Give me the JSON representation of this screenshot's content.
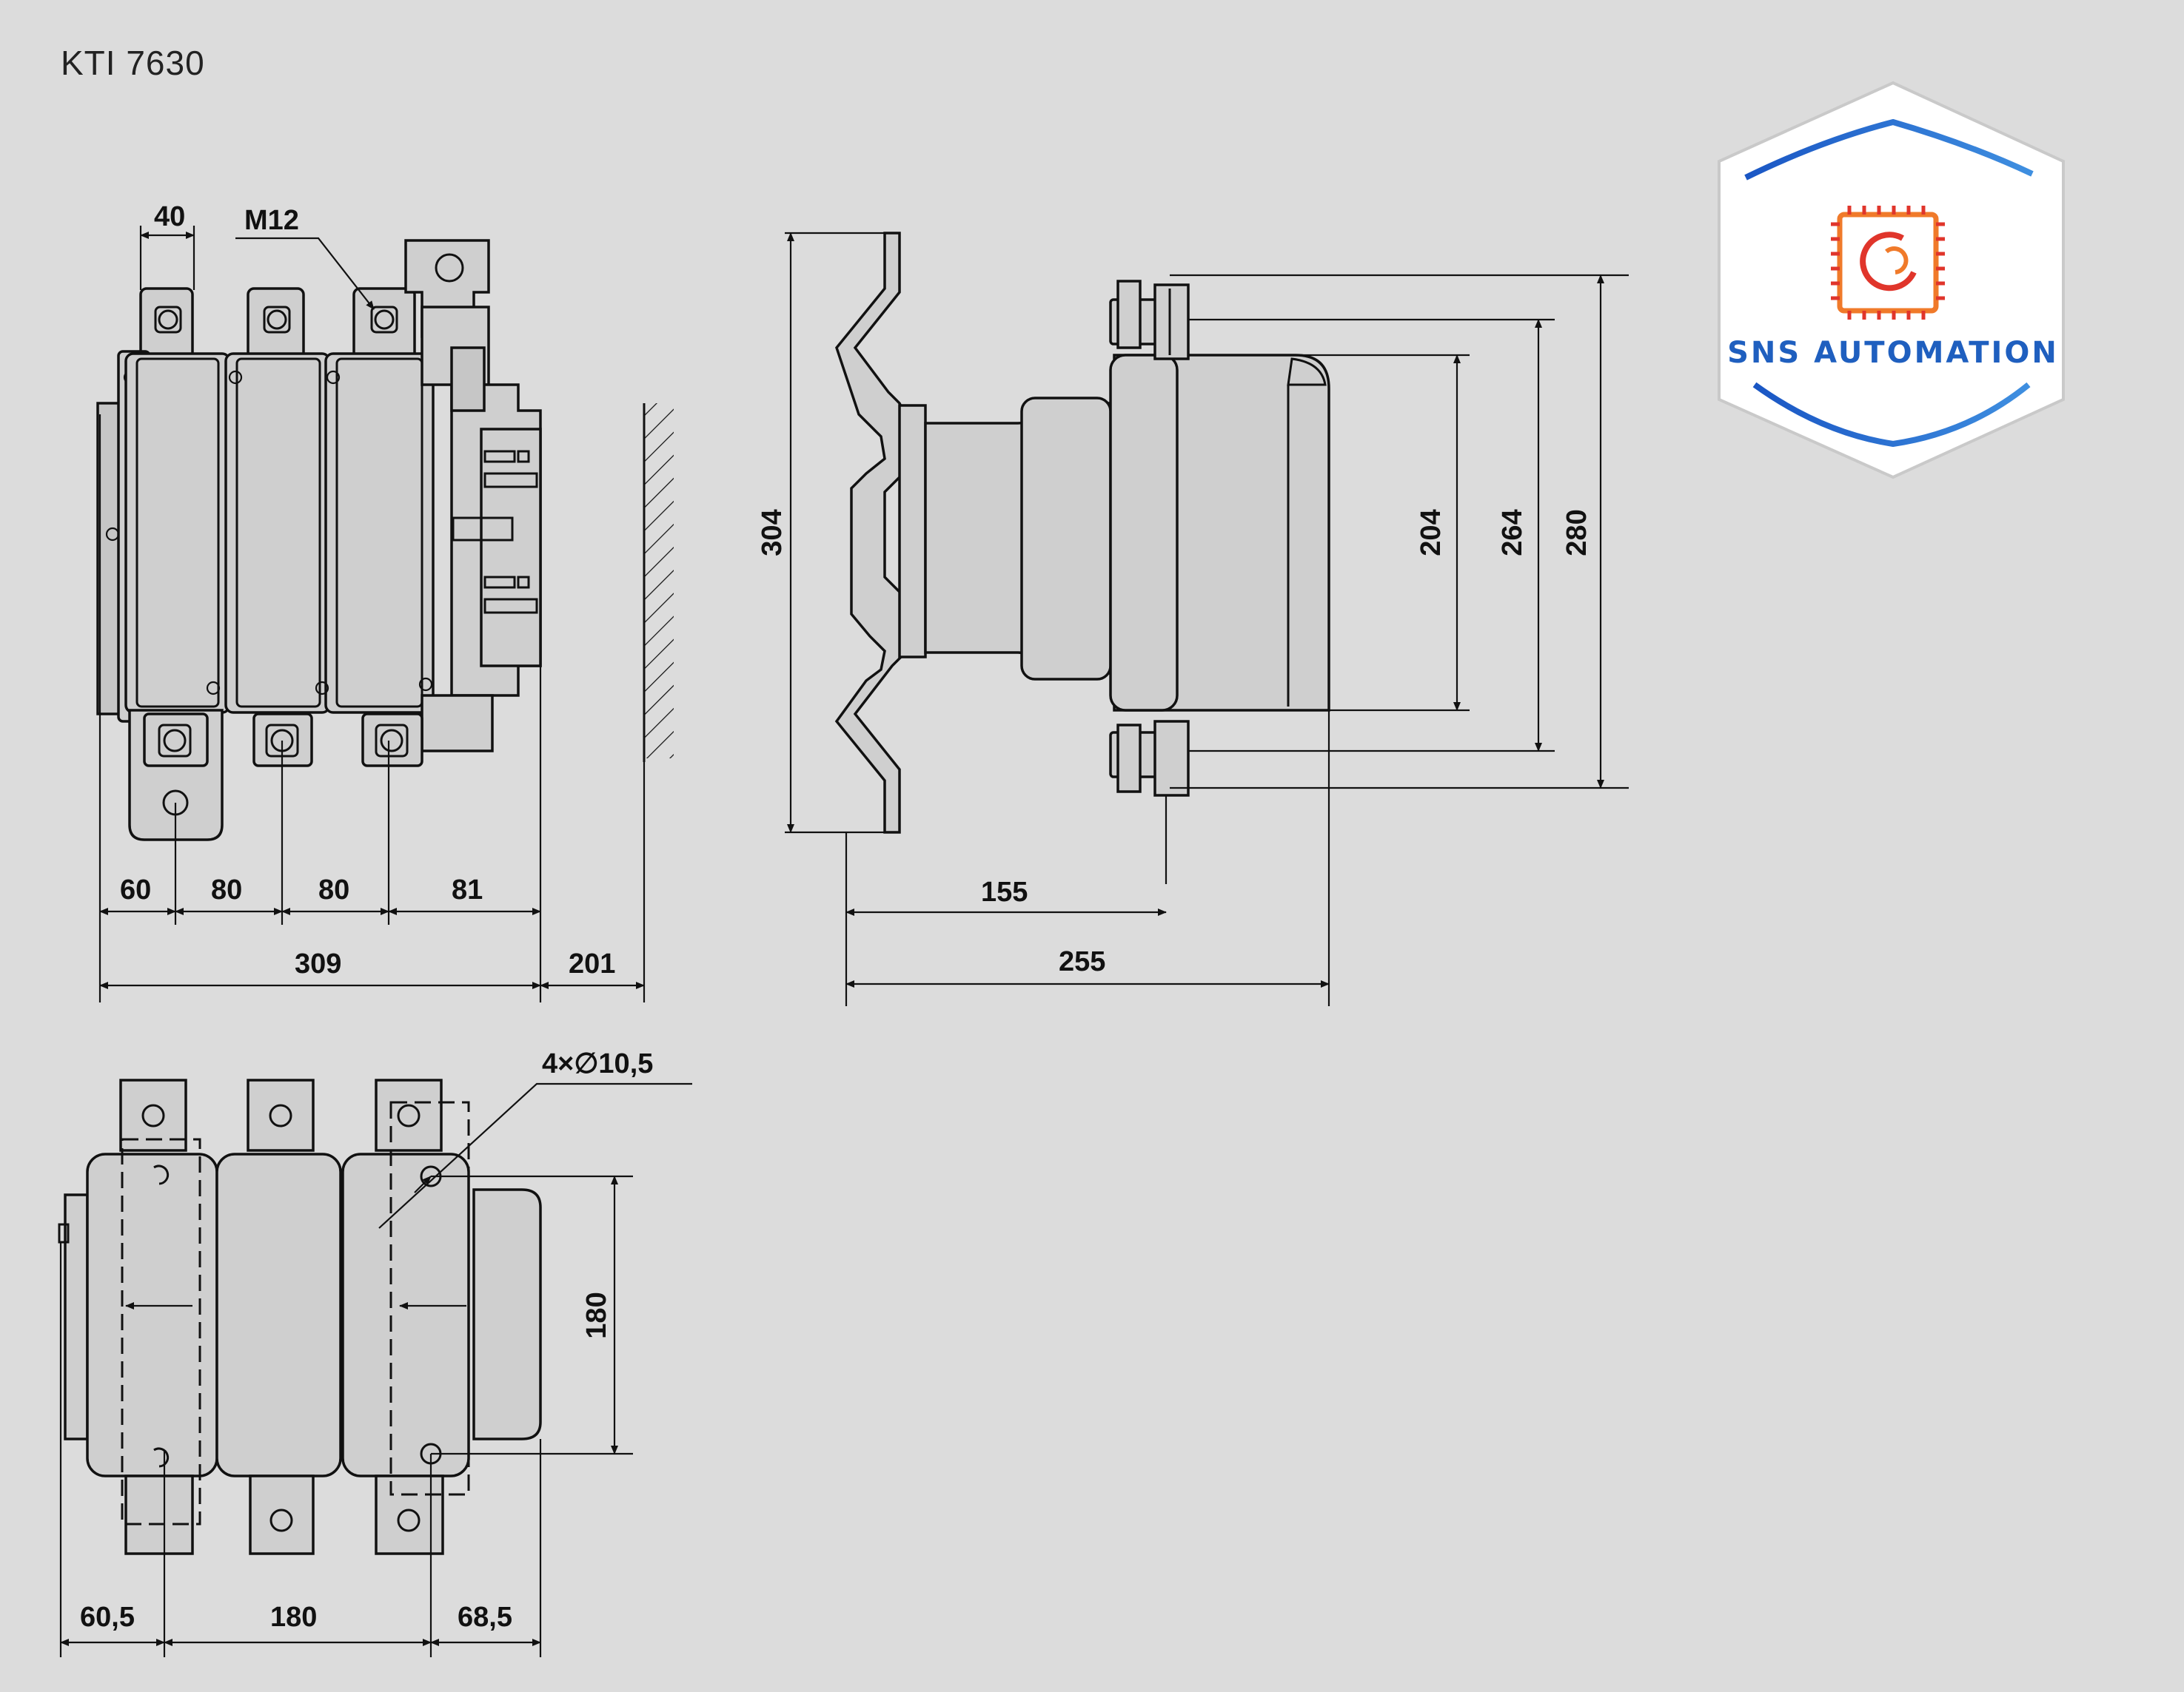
{
  "title": "KTI  7630",
  "brand": {
    "name": "SNS AUTOMATION",
    "colors": {
      "blue": "#1f5fbf",
      "orange": "#f07a2a",
      "red": "#e0352b"
    }
  },
  "front_view": {
    "dims": {
      "terminal_width": "40",
      "thread": "M12",
      "seg1": "60",
      "seg2": "80",
      "seg3": "80",
      "seg4": "81",
      "total_width": "309",
      "wall_gap": "201"
    }
  },
  "side_view": {
    "dims": {
      "height_304": "304",
      "height_204": "204",
      "height_264": "264",
      "height_280": "280",
      "depth_155": "155",
      "depth_255": "255"
    }
  },
  "bottom_view": {
    "dims": {
      "holes": "4×∅10,5",
      "hole_spacing": "180",
      "left": "60,5",
      "middle": "180",
      "right": "68,5"
    }
  }
}
